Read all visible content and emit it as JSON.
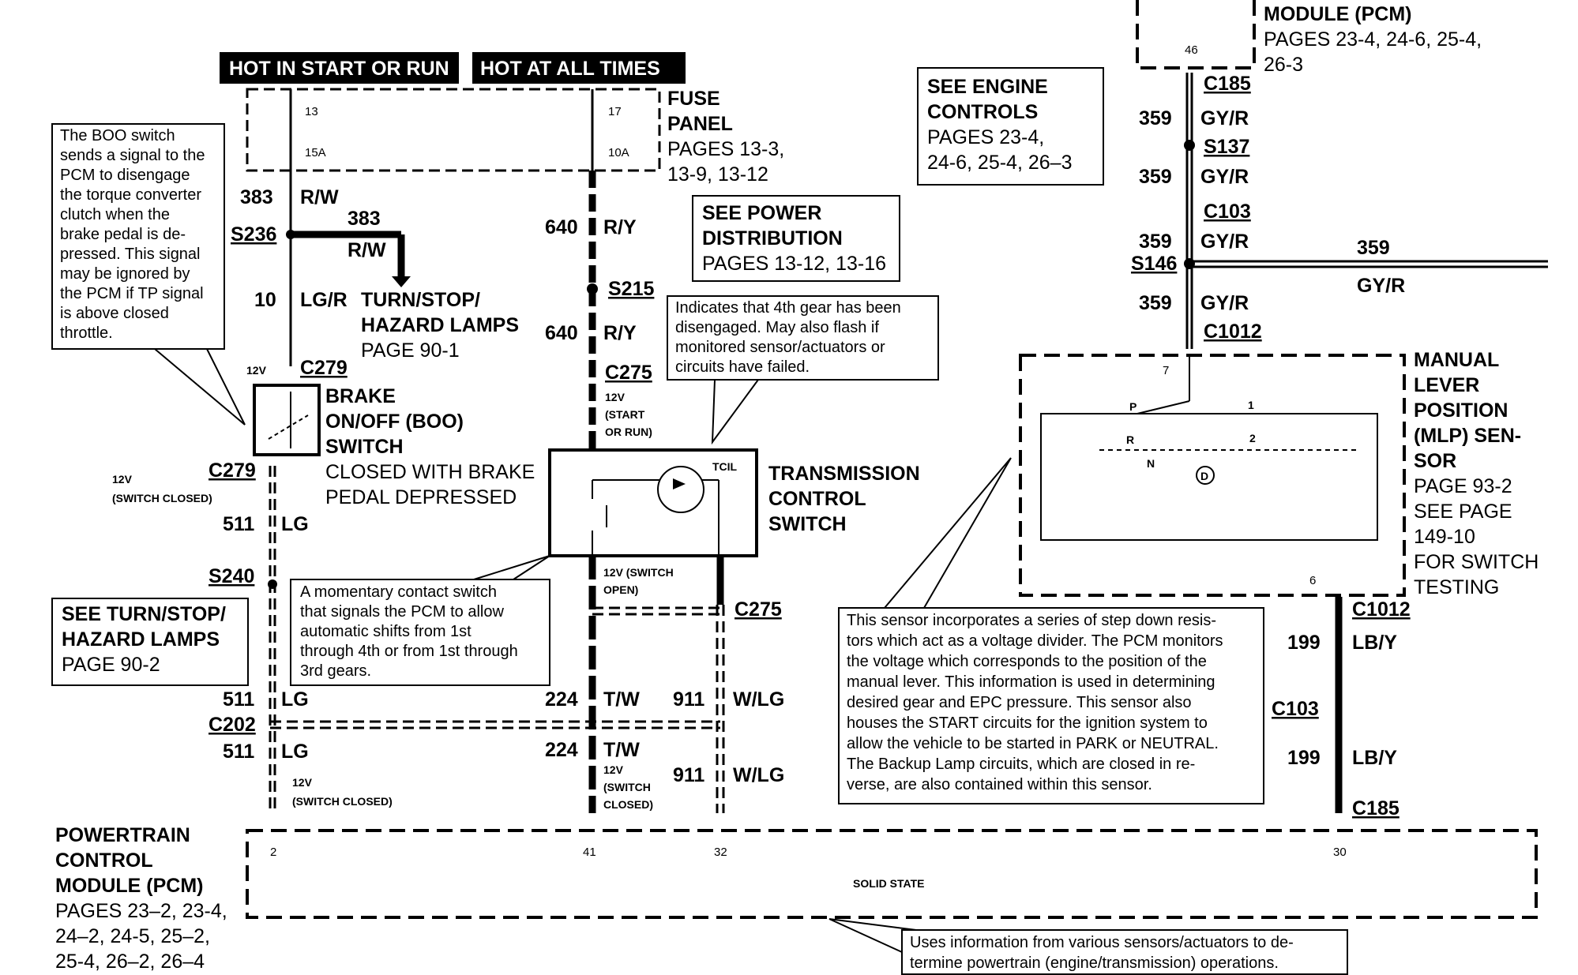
{
  "headers": {
    "hot_start_run": "HOT IN START OR RUN",
    "hot_all_times": "HOT AT ALL TIMES"
  },
  "fuse_panel": {
    "title_line1": "FUSE",
    "title_line2": "PANEL",
    "pages_line1": "PAGES  13-3,",
    "pages_line2": "13-9,  13-12",
    "fuse_a_num": "13",
    "fuse_a_amp": "15A",
    "fuse_b_num": "17",
    "fuse_b_amp": "10A"
  },
  "pcm_top": {
    "title": "MODULE  (PCM)",
    "pages_line1": "PAGES 23-4, 24-6, 25-4,",
    "pages_line2": "26-3",
    "pin": "46"
  },
  "see_engine": {
    "line1": "SEE  ENGINE",
    "line2": "CONTROLS",
    "line3": "PAGES 23-4,",
    "line4": "24-6, 25-4, 26–3"
  },
  "see_power": {
    "line1": "SEE  POWER",
    "line2": "DISTRIBUTION",
    "line3": "PAGES 13-12, 13-16"
  },
  "notes": {
    "boo": [
      "The  BOO  switch",
      "sends a signal to the",
      "PCM   to   disengage",
      "the torque converter",
      "clutch   when   the",
      "brake pedal is de-",
      "pressed.  This signal",
      "may be ignored by",
      "the PCM if TP signal",
      "is   above   closed",
      "throttle."
    ],
    "tcil": [
      "Indicates that 4th gear has been",
      "disengaged. May also flash if",
      "monitored sensor/actuators or",
      "circuits have failed."
    ],
    "momentary": [
      "A  momentary  contact  switch",
      "that signals the PCM to allow",
      "automatic   shifts   from   1st",
      "through 4th or from 1st through",
      "3rd gears."
    ],
    "sensor": [
      "This sensor incorporates a series of step down resis-",
      "tors which act as a voltage divider. The PCM monitors",
      "the voltage which corresponds to the position of the",
      "manual lever.  This information is used in determining",
      "desired gear and EPC pressure.  This sensor also",
      "houses the START circuits for the ignition system to",
      "allow the vehicle to be started in PARK or NEUTRAL.",
      "The Backup Lamp circuits, which are closed in re-",
      "verse, are also contained within this sensor."
    ],
    "pcm": [
      "Uses information from various sensors/actuators to de-",
      "termine  powertrain  (engine/transmission)  operations."
    ]
  },
  "wires": {
    "w383": "383",
    "rw": "R/W",
    "w10": "10",
    "lgr": "LG/R",
    "w640": "640",
    "ry": "R/Y",
    "w511": "511",
    "lg": "LG",
    "w224": "224",
    "tw": "T/W",
    "w911": "911",
    "wlg": "W/LG",
    "w359": "359",
    "gyr": "GY/R",
    "w199": "199",
    "lby": "LB/Y"
  },
  "connectors": {
    "s236": "S236",
    "c279": "C279",
    "s215": "S215",
    "c275": "C275",
    "s240": "S240",
    "c202": "C202",
    "c185": "C185",
    "s137": "S137",
    "c103": "C103",
    "s146": "S146",
    "c1012": "C1012"
  },
  "turn_stop": {
    "line1": "TURN/STOP/",
    "line2": "HAZARD LAMPS",
    "line3": "PAGE 90-1"
  },
  "see_turn_stop": {
    "line1": "SEE  TURN/STOP/",
    "line2": "HAZARD LAMPS",
    "line3": "PAGE 90-2"
  },
  "boo_switch": {
    "line1": "BRAKE",
    "line2": "ON/OFF  (BOO)",
    "line3": "SWITCH",
    "line4": "CLOSED WITH BRAKE",
    "line5": "PEDAL   DEPRESSED"
  },
  "tcs": {
    "line1": "TRANSMISSION",
    "line2": "CONTROL",
    "line3": "SWITCH",
    "tcil": "TCIL"
  },
  "mlp": {
    "l1": "MANUAL",
    "l2": "LEVER",
    "l3": "POSITION",
    "l4": "(MLP)  SEN-",
    "l5": "SOR",
    "l6": "PAGE 93-2",
    "l7": "SEE  PAGE",
    "l8": "149-10",
    "l9": "FOR SWITCH",
    "l10": "TESTING",
    "pin7": "7",
    "pin6": "6",
    "p": "P",
    "r": "R",
    "n": "N",
    "d": "D",
    "one": "1",
    "two": "2"
  },
  "volt": {
    "v12": "12V",
    "start_run1": "(START",
    "start_run2": "OR  RUN)",
    "switch_closed": "(SWITCH   CLOSED)",
    "switch_open1": "12V (SWITCH",
    "switch_open2": "OPEN)",
    "switch_closed_a": "(SWITCH",
    "switch_closed_b": "CLOSED)"
  },
  "pcm_bottom": {
    "title1": "POWERTRAIN",
    "title2": "CONTROL",
    "title3": "MODULE  (PCM)",
    "pages1": "PAGES 23–2, 23-4,",
    "pages2": "24–2, 24-5, 25–2,",
    "pages3": "25-4, 26–2, 26–4",
    "solid_state": "SOLID  STATE",
    "pin2": "2",
    "pin41": "41",
    "pin32": "32",
    "pin30": "30"
  }
}
